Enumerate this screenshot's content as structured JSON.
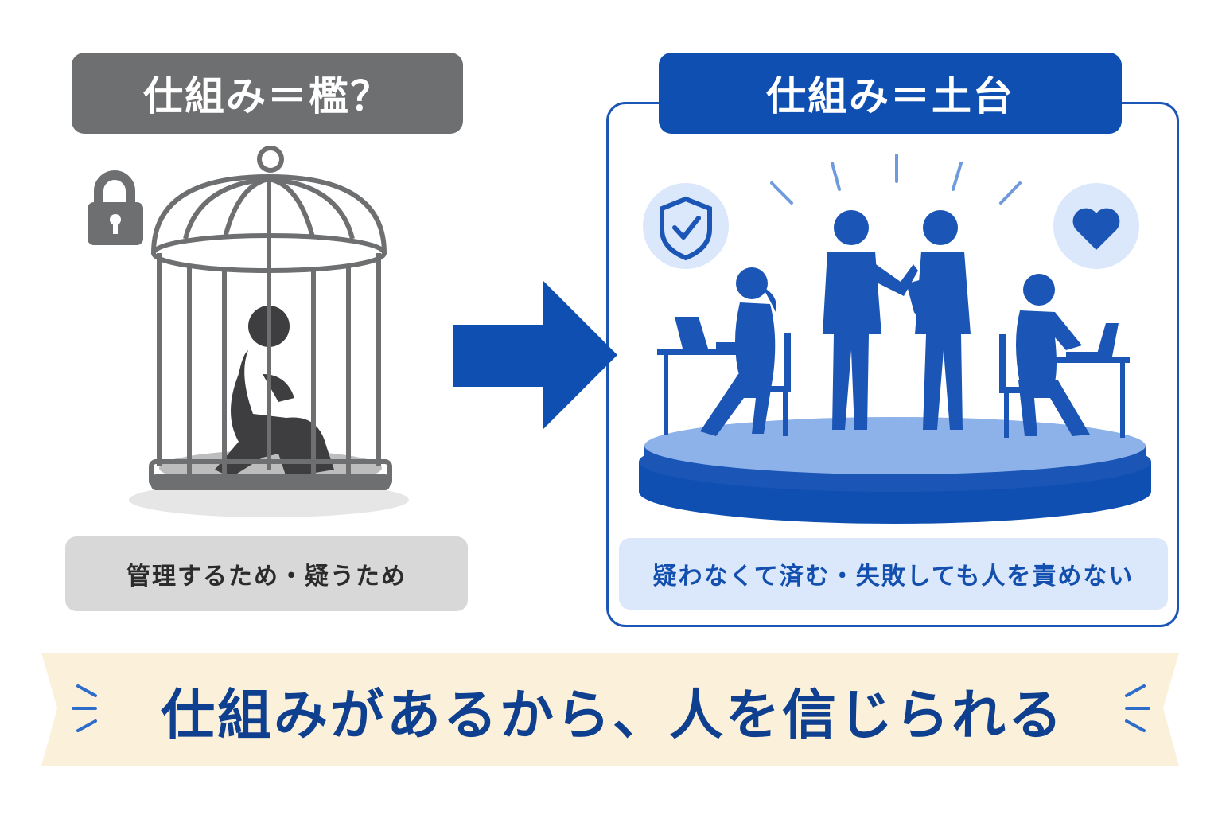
{
  "left": {
    "title": "仕組み＝檻？",
    "caption": "管理するため・疑うため",
    "color": "#6e6f71"
  },
  "right": {
    "title": "仕組み＝土台",
    "caption": "疑わなくて済む・失敗しても人を責めない",
    "color": "#0f4fb2"
  },
  "banner": {
    "text": "仕組みがあるから、人を信じられる",
    "background": "#fbf1da",
    "text_color": "#0f3f8f"
  },
  "icons": {
    "left": [
      "padlock-icon",
      "birdcage-icon",
      "sitting-person-icon"
    ],
    "center": [
      "arrow-right-icon"
    ],
    "right": [
      "shield-check-icon",
      "heart-icon",
      "team-on-platform-icon"
    ]
  }
}
